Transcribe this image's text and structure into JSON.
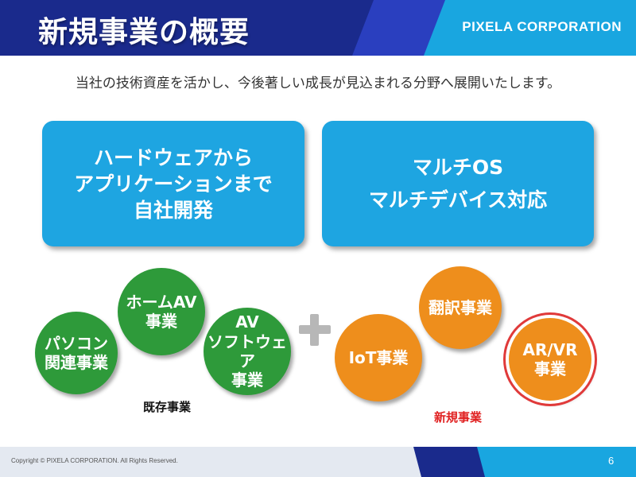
{
  "header": {
    "title": "新規事業の概要",
    "company": "PIXELA CORPORATION"
  },
  "subtitle": "当社の技術資産を活かし、今後著しい成長が見込まれる分野へ展開いたします。",
  "boxes": [
    {
      "lines": [
        "ハードウェアから",
        "アプリケーションまで",
        "自社開発"
      ]
    },
    {
      "lines": [
        "マルチOS",
        "マルチデバイス対応"
      ]
    }
  ],
  "existing": {
    "label": "既存事業",
    "circles": [
      {
        "lines": [
          "パソコン",
          "関連事業"
        ]
      },
      {
        "lines": [
          "ホームAV",
          "事業"
        ]
      },
      {
        "lines": [
          "AV",
          "ソフトウェア",
          "事業"
        ]
      }
    ]
  },
  "new": {
    "label": "新規事業",
    "circles": [
      {
        "lines": [
          "IoT事業"
        ]
      },
      {
        "lines": [
          "翻訳事業"
        ]
      },
      {
        "lines": [
          "AR/VR",
          "事業"
        ]
      }
    ]
  },
  "footer": {
    "copyright": "Copyright © PIXELA CORPORATION. All Rights Reserved.",
    "page": "6"
  },
  "colors": {
    "header_navy": "#1a2a8c",
    "header_cyan": "#19a6e0",
    "box_blue": "#1ea5e1",
    "green": "#2e9a3a",
    "orange": "#ee8e1c",
    "new_label_red": "#e02020"
  }
}
